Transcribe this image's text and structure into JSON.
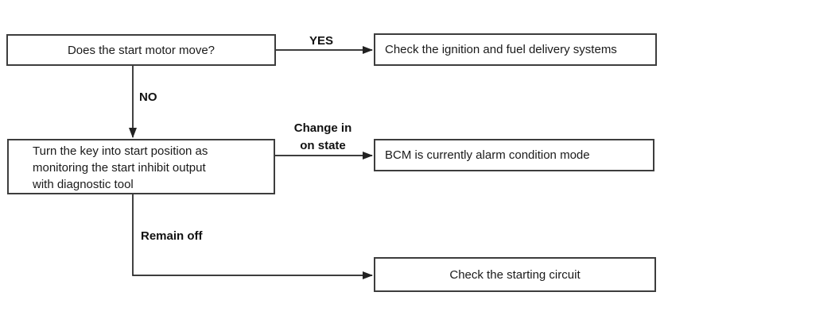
{
  "flowchart": {
    "boxes": {
      "start_motor_question": "Does the start motor move?",
      "check_ignition": "Check the ignition and fuel delivery systems",
      "turn_key": "Turn the key into start position as\nmonitoring the start inhibit output\nwith diagnostic tool",
      "bcm_alarm": "BCM is currently alarm condition mode",
      "check_starting": "Check the starting circuit"
    },
    "labels": {
      "yes": "YES",
      "no": "NO",
      "change_in_on_state": "Change in\non state",
      "remain_off": "Remain off"
    },
    "colors": {
      "line": "#222222",
      "border": "#3d3d3d",
      "text": "#1a1a1a",
      "background": "#ffffff"
    }
  }
}
